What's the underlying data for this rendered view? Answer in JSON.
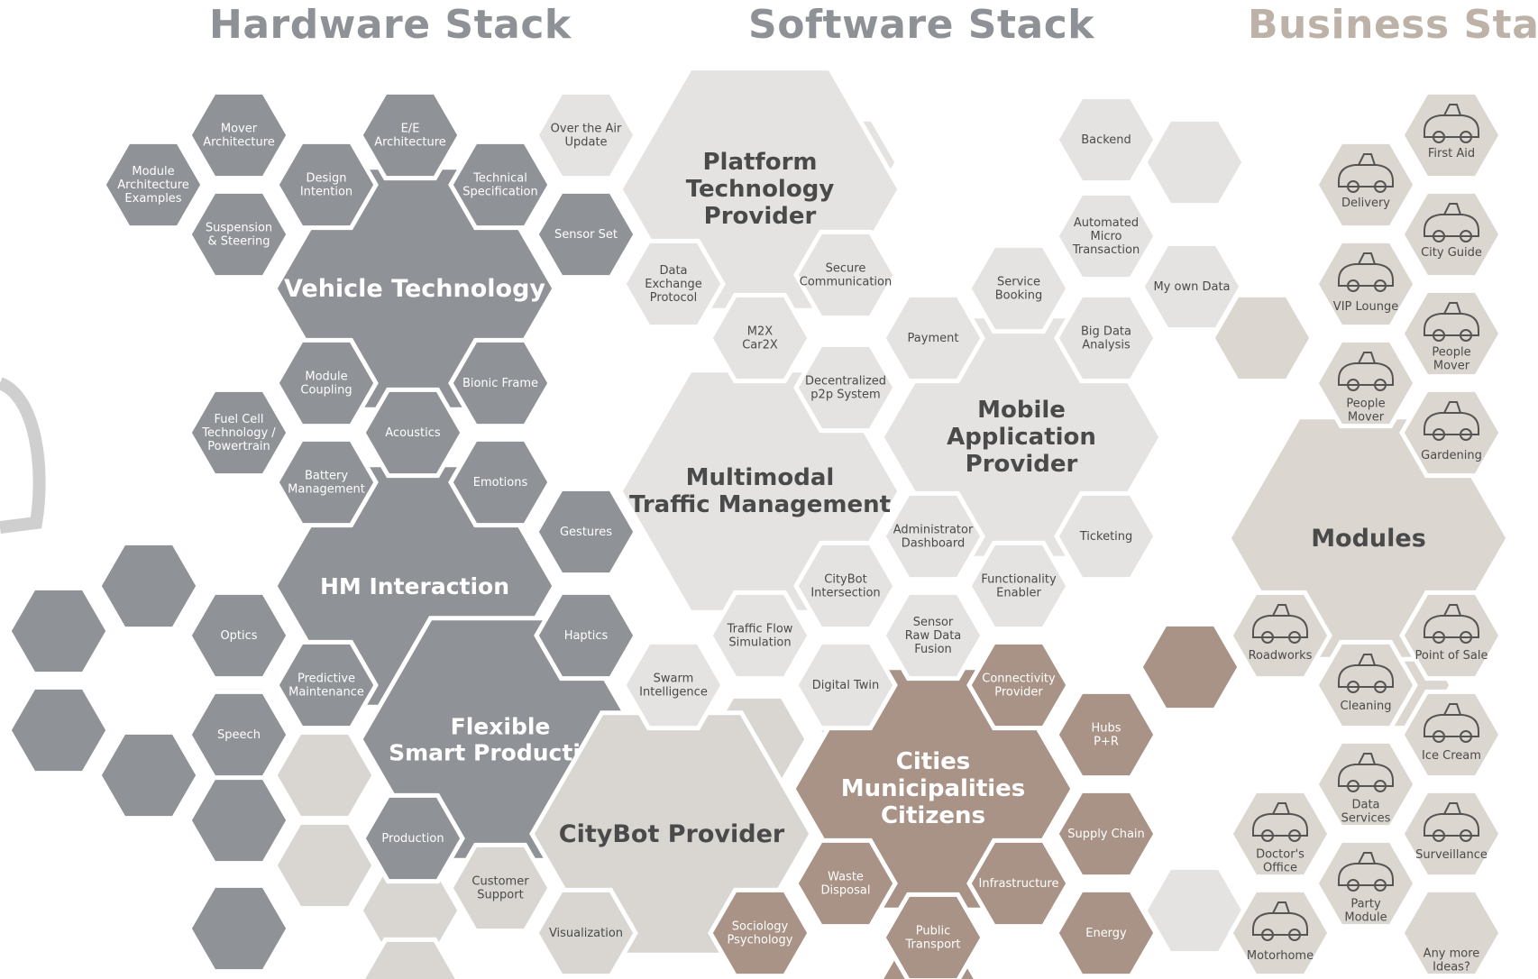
{
  "headers": {
    "hardware": "Hardware Stack",
    "software": "Software Stack",
    "business": "Business Stack"
  },
  "colors": {
    "hardware_dark": "#8f9296",
    "hardware_light": "#a9acb0",
    "software_light": "#e4e3e1",
    "software_mid": "#d9d6d2",
    "business_light": "#dcd6d0",
    "brown": "#a89386",
    "brown_dark": "#8f7a6d",
    "text_light": "#ffffff",
    "text_dark": "#4a4a4a"
  },
  "icons": {
    "first_aid": "first-aid-citybot-icon",
    "delivery": "delivery-citybot-icon",
    "city_guide": "city-guide-citybot-icon",
    "vip_lounge": "vip-lounge-module-icon",
    "people_mover": "people-mover-module-icon",
    "gardening": "gardening-citybot-icon",
    "roadworks": "roadworks-citybot-icon",
    "point_of_sale": "point-of-sale-module-icon",
    "cleaning": "cleaning-citybot-icon",
    "ice_cream": "ice-cream-citybot-icon",
    "data_services": "data-services-citybot-icon",
    "doctors_office": "doctors-office-module-icon",
    "surveillance": "surveillance-citybot-icon",
    "party_module": "party-module-icon",
    "motorhome": "motorhome-module-icon"
  },
  "hardware": {
    "mover_architecture": "Mover Architecture",
    "ee_architecture": "E/E Architecture",
    "module_architecture_examples": "Module Architecture Examples",
    "design_intention": "Design Intention",
    "technical_specification": "Technical Specification",
    "suspension_steering": "Suspension & Steering",
    "vehicle_technology": "Vehicle Technology",
    "module_coupling": "Module Coupling",
    "bionic_frame": "Bionic Frame",
    "fuel_cell": "Fuel Cell Technology / Powertrain",
    "acoustics": "Acoustics",
    "battery_management": "Battery Management",
    "emotions": "Emotions",
    "gestures": "Gestures",
    "hm_interaction": "HM Interaction",
    "optics": "Optics",
    "haptics": "Haptics",
    "predictive_maintenance": "Predictive Maintenance",
    "speech": "Speech",
    "flexible_smart_production": "Flexible Smart Production",
    "production": "Production",
    "customer_support": "Customer Support"
  },
  "software": {
    "over_the_air_update": "Over the Air Update",
    "platform_technology_provider": "Platform Technology Provider",
    "sensor_set": "Sensor Set",
    "data_exchange_protocol": "Data Exchange Protocol",
    "secure_communication": "Secure Communication",
    "m2x_car2x": "M2X Car2X",
    "decentralized_p2p": "Decentralized p2p System",
    "payment": "Payment",
    "service_booking": "Service Booking",
    "backend": "Backend",
    "automated_micro_transaction": "Automated Micro Transaction",
    "my_own_data": "My own Data",
    "big_data_analysis": "Big Data Analysis",
    "mobile_application_provider": "Mobile Application Provider",
    "multimodal_traffic_management": "Multimodal Traffic Management",
    "administrator_dashboard": "Administrator Dashboard",
    "ticketing": "Ticketing",
    "citybot_intersection": "CityBot Intersection",
    "functionality_enabler": "Functionality Enabler",
    "traffic_flow_simulation": "Traffic Flow Simulation",
    "sensor_raw_data_fusion": "Sensor Raw Data Fusion",
    "swarm_intelligence": "Swarm Intelligence",
    "digital_twin": "Digital Twin",
    "connectivity_provider": "Connectivity Provider",
    "hubs_pr": "Hubs P+R",
    "cities_municipalities": "Cities Municipalities Citizens",
    "citybot_provider": "CityBot Provider",
    "supply_chain": "Supply Chain",
    "waste_disposal": "Waste Disposal",
    "infrastructure": "Infrastructure",
    "visualization": "Visualization",
    "sociology_psychology": "Sociology Psychology",
    "public_transport": "Public Transport",
    "energy": "Energy"
  },
  "business": {
    "first_aid": "First Aid",
    "delivery": "Delivery",
    "city_guide": "City Guide",
    "vip_lounge": "VIP Lounge",
    "people_mover_right": "People Mover",
    "people_mover_left": "People Mover",
    "gardening": "Gardening",
    "modules": "Modules",
    "roadworks": "Roadworks",
    "point_of_sale": "Point of Sale",
    "cleaning": "Cleaning",
    "ice_cream": "Ice Cream",
    "data_services": "Data Services",
    "doctors_office": "Doctor's Office",
    "surveillance": "Surveillance",
    "party_module": "Party Module",
    "motorhome": "Motorhome",
    "any_more_ideas": "Any more Ideas?"
  }
}
